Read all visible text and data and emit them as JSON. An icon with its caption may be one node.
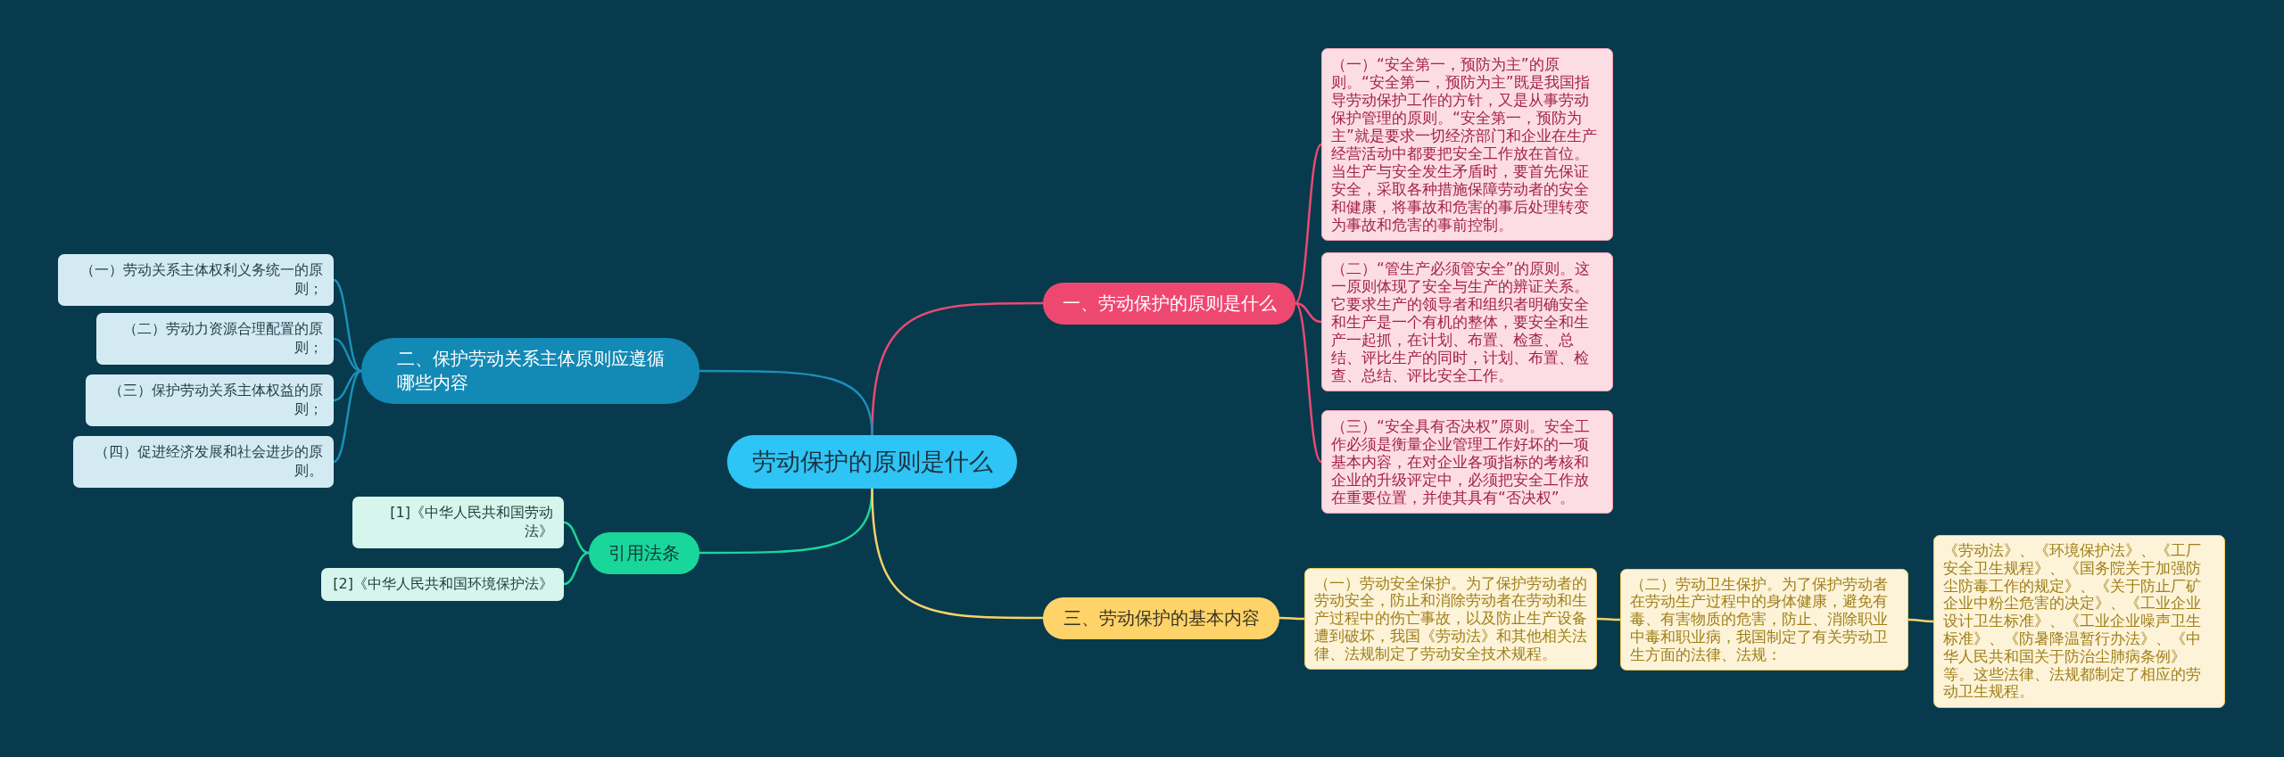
{
  "diagram": {
    "nodes": [
      {
        "text": [
          "劳动保护的原则是什么"
        ]
      },
      {
        "text": [
          "一、劳动保护的原则是什么"
        ]
      },
      {
        "text": [
          "（一）“安全第一，预防为主”的原则。“安全第一，预防为主”既是我国指导劳动保护工作的方针，又是从事劳动保护管理的原则。“安全第一，预防为主”就是要求一切经济部门和企业在生产经营活动中都要把安全工作放在首位。当生产与安全发生矛盾时，要首先保证安全，采取各种措施保障劳动者的安全和健康，将事故和危害的事后处理转变为事故和危害的事前控制。"
        ]
      },
      {
        "text": [
          "（二）“管生产必须管安全”的原则。这一原则体现了安全与生产的辨证关系。它要求生产的领导者和组织者明确安全和生产是一个有机的整体，要安全和生产一起抓，在计划、布置、检查、总结、评比生产的同时，计划、布置、检查、总结、评比安全工作。"
        ]
      },
      {
        "text": [
          "（三）“安全具有否决权”原则。安全工作必须是衡量企业管理工作好坏的一项基本内容，在对企业各项指标的考核和企业的升级评定中，必须把安全工作放在重要位置，并使其具有“否决权”。"
        ]
      },
      {
        "text": [
          "二、保护劳动关系主体原则应遵循哪些内容"
        ]
      },
      {
        "text": [
          "（一）劳动关系主体权利义务统一的原则；"
        ]
      },
      {
        "text": [
          "（二）劳动力资源合理配置的原则；"
        ]
      },
      {
        "text": [
          "（三）保护劳动关系主体权益的原则；"
        ]
      },
      {
        "text": [
          "（四）促进经济发展和社会进步的原则。"
        ]
      },
      {
        "text": [
          "引用法条"
        ]
      },
      {
        "text": [
          "[1]《中华人民共和国劳动法》"
        ]
      },
      {
        "text": [
          "[2]《中华人民共和国环境保护法》"
        ]
      },
      {
        "text": [
          "三、劳动保护的基本内容"
        ]
      },
      {
        "text": [
          "（一）劳动安全保护。为了保护劳动者的劳动安全，防止和消除劳动者在劳动和生产过程中的伤亡事故，以及防止生产设备遭到破坏，我国《劳动法》和其他相关法律、法规制定了劳动安全技术规程。"
        ]
      },
      {
        "text": [
          "（二）劳动卫生保护。为了保护劳动者在劳动生产过程中的身体健康，避免有毒、有害物质的危害，防止、消除职业中毒和职业病，我国制定了有关劳动卫生方面的法律、法规："
        ]
      },
      {
        "text": [
          "《劳动法》、《环境保护法》、《工厂安全卫生规程》、《国务院关于加强防尘防毒工作的规定》、《关于防止厂矿企业中粉尘危害的决定》、《工业企业设计卫生标准》、《工业企业噪声卫生标准》、《防暑降温暂行办法》、《中华人民共和国关于防治尘肺病条例》等。这些法律、法规都制定了相应的劳动卫生规程。"
        ]
      }
    ],
    "edges": [
      {
        "from": 0,
        "to": 1,
        "arrow": "none",
        "color": "#e94a73"
      },
      {
        "from": 1,
        "to": 2,
        "arrow": "none",
        "color": "#e94a73"
      },
      {
        "from": 1,
        "to": 3,
        "arrow": "none",
        "color": "#e94a73"
      },
      {
        "from": 1,
        "to": 4,
        "arrow": "none",
        "color": "#e94a73"
      },
      {
        "from": 0,
        "to": 5,
        "arrow": "none",
        "color": "#1b8fb8"
      },
      {
        "from": 5,
        "to": 6,
        "arrow": "none",
        "color": "#1b8fb8"
      },
      {
        "from": 5,
        "to": 7,
        "arrow": "none",
        "color": "#1b8fb8"
      },
      {
        "from": 5,
        "to": 8,
        "arrow": "none",
        "color": "#1b8fb8"
      },
      {
        "from": 5,
        "to": 9,
        "arrow": "none",
        "color": "#1b8fb8"
      },
      {
        "from": 0,
        "to": 10,
        "arrow": "none",
        "color": "#19d69b"
      },
      {
        "from": 10,
        "to": 11,
        "arrow": "none",
        "color": "#19d69b"
      },
      {
        "from": 10,
        "to": 12,
        "arrow": "none",
        "color": "#19d69b"
      },
      {
        "from": 0,
        "to": 13,
        "arrow": "none",
        "color": "#f7d26a"
      },
      {
        "from": 13,
        "to": 14,
        "arrow": "none",
        "color": "#f7d26a"
      },
      {
        "from": 14,
        "to": 15,
        "arrow": "none",
        "color": "#f7d26a"
      },
      {
        "from": 15,
        "to": 16,
        "arrow": "none",
        "color": "#f7d26a"
      }
    ]
  }
}
